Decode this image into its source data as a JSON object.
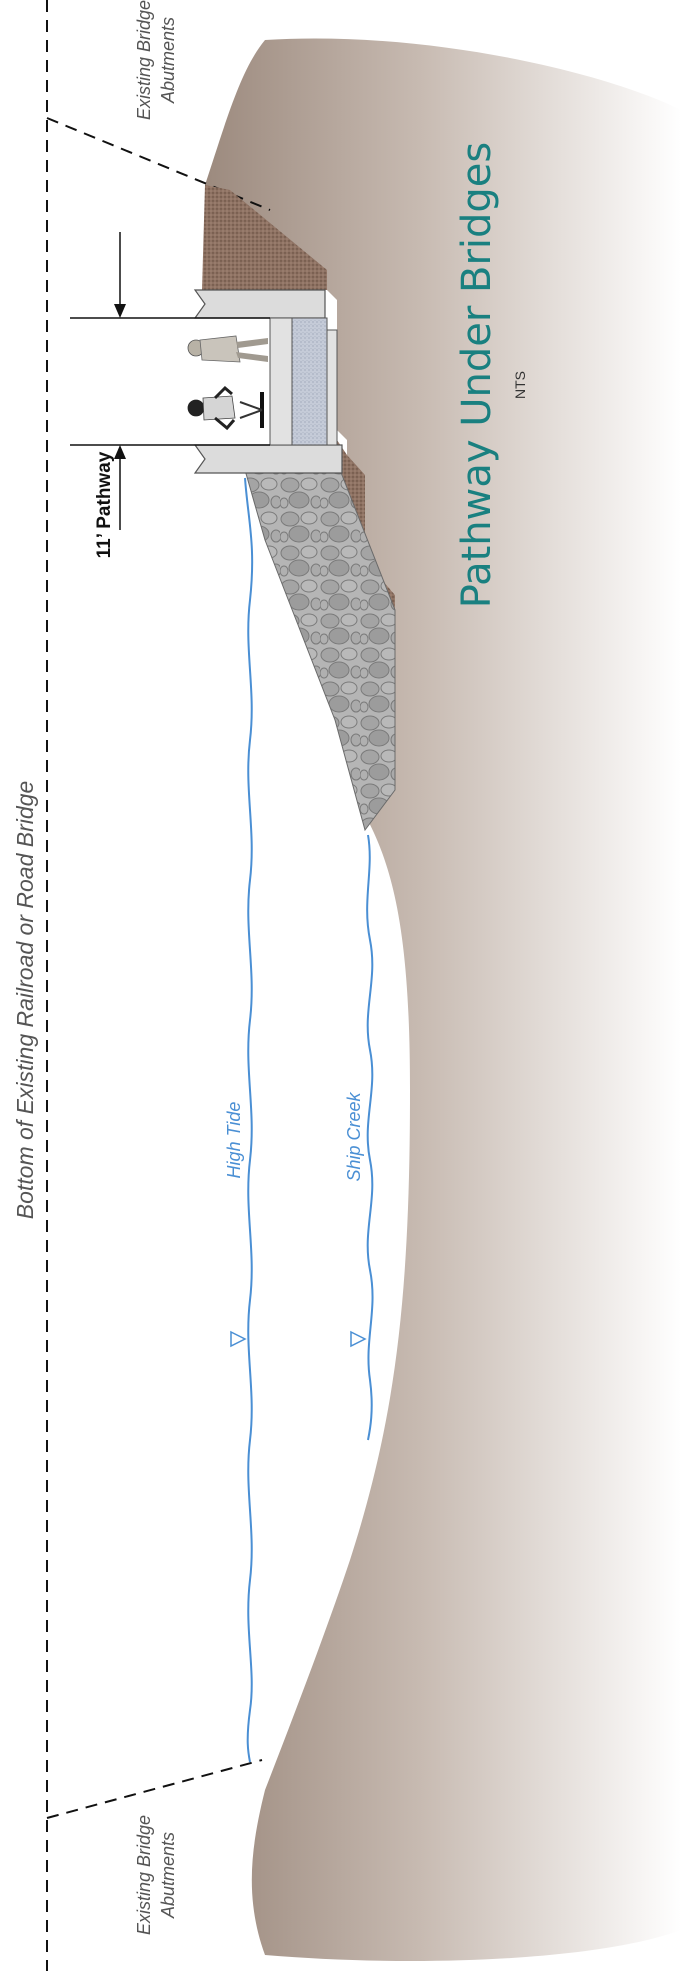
{
  "diagram": {
    "title": "Pathway Under Bridges",
    "scale_note": "NTS",
    "bridge_label": "Bottom of Existing Railroad or Road Bridge",
    "abutment_label_line1": "Existing Bridge",
    "abutment_label_line2": "Abutments",
    "pathway_label": "11’ Pathway",
    "high_tide_label": "High Tide",
    "creek_label": "Ship Creek"
  },
  "colors": {
    "earth_dark": "#9c8a7e",
    "earth_light": "#ffffff",
    "soil_hatch": "#8a6d5c",
    "riprap": "#a3a3a3",
    "concrete": "#dcdcdc",
    "pathway_surface": "#bfc7d6",
    "water_line": "#4a8fd4",
    "title_teal": "#1a8080",
    "label_gray": "#555555",
    "dim_black": "#111111"
  }
}
